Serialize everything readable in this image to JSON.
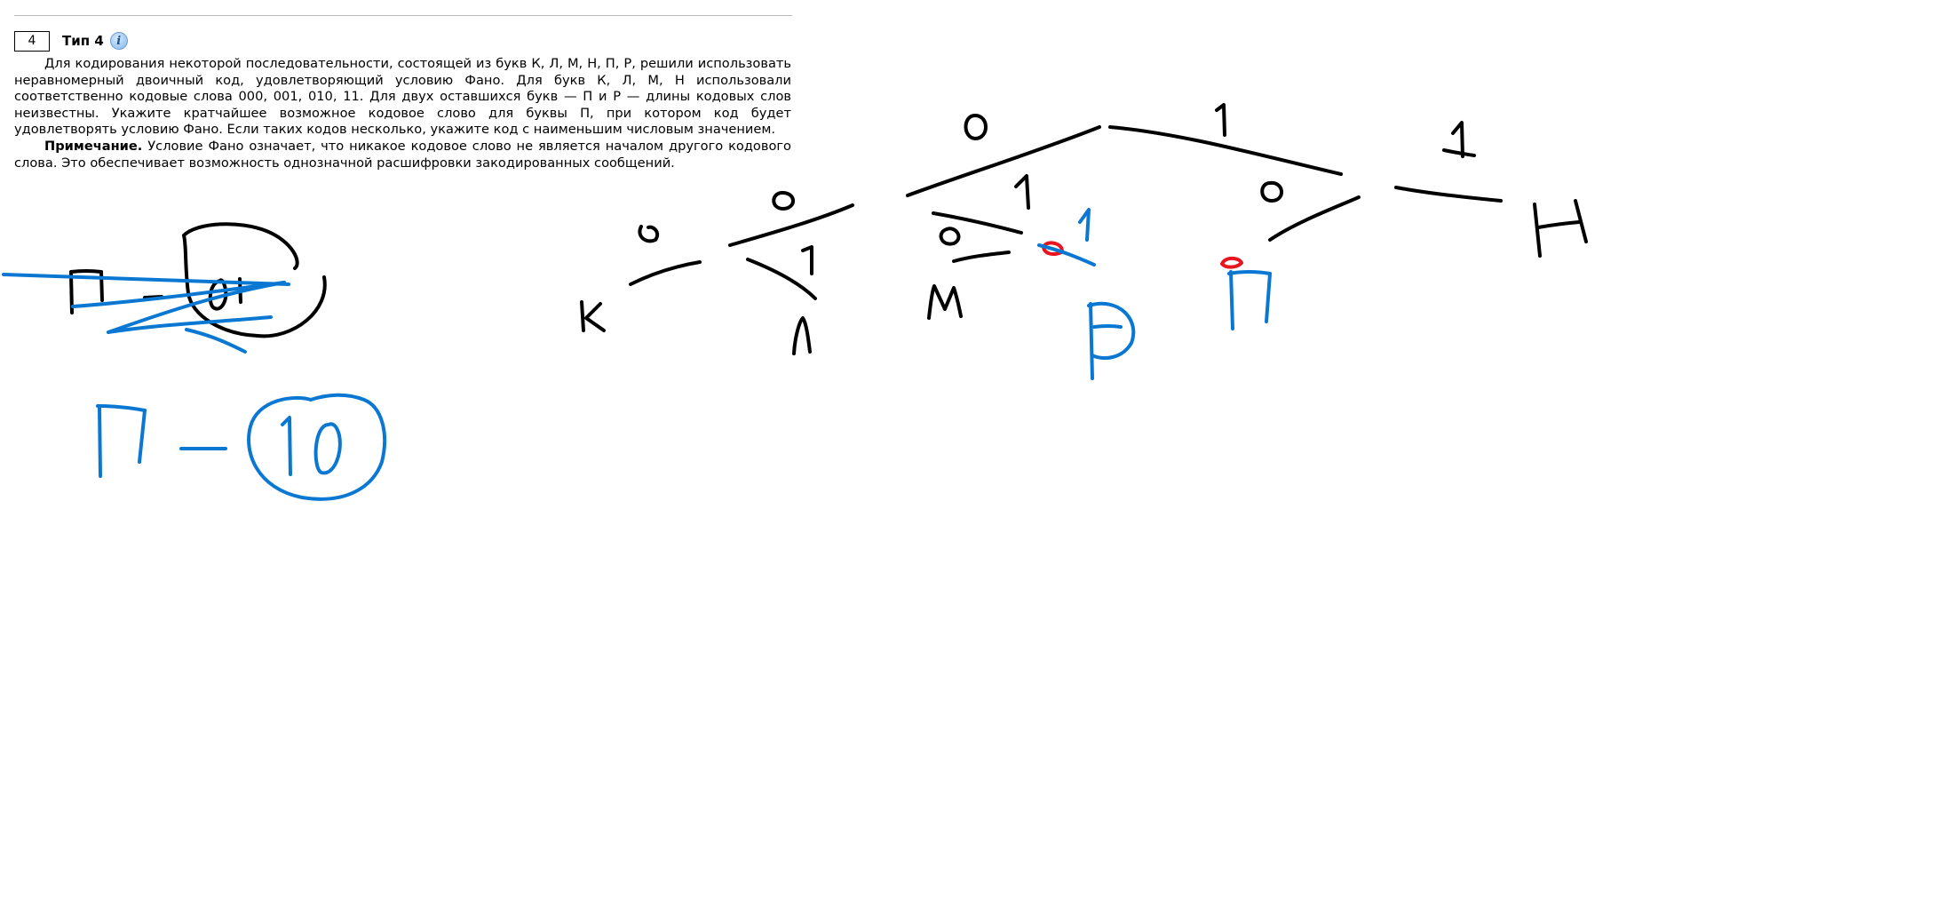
{
  "problem": {
    "number": "4",
    "type_label": "Тип 4",
    "info_glyph": "i",
    "paragraph_1": "Для кодирования некоторой последовательности, состоящей из букв К, Л, М, Н, П, Р, решили ис­пользовать неравномерный двоичный код, удовлетворяющий условию Фано. Для букв К, Л, М, Н ис­пользовали соответственно кодовые слова 000, 001, 010, 11. Для двух оставшихся букв — П и Р — длины кодовых слов неизвестны. Укажите кратчайшее возможное кодовое слово для буквы П, при ко­тором код будет удовлетворять условию Фано. Если таких кодов несколько, укажите код с наименьшим числовым значением.",
    "note_label": "Примечание.",
    "note_text": " Условие Фано означает, что никакое кодовое слово не является началом другого ко­дового слова. Это обеспечивает возможность однозначной расшифровки закодированных сообщений."
  },
  "annotations": {
    "ink_colors": {
      "black": "#000000",
      "blue": "#0a78d2",
      "red": "#e8141e"
    },
    "handwritten_text": [
      "П",
      "01",
      "П",
      "10",
      "0",
      "1",
      "0",
      "1",
      "0",
      "1",
      "0",
      "1",
      "К",
      "Л",
      "М",
      "Р",
      "П",
      "Н"
    ]
  }
}
